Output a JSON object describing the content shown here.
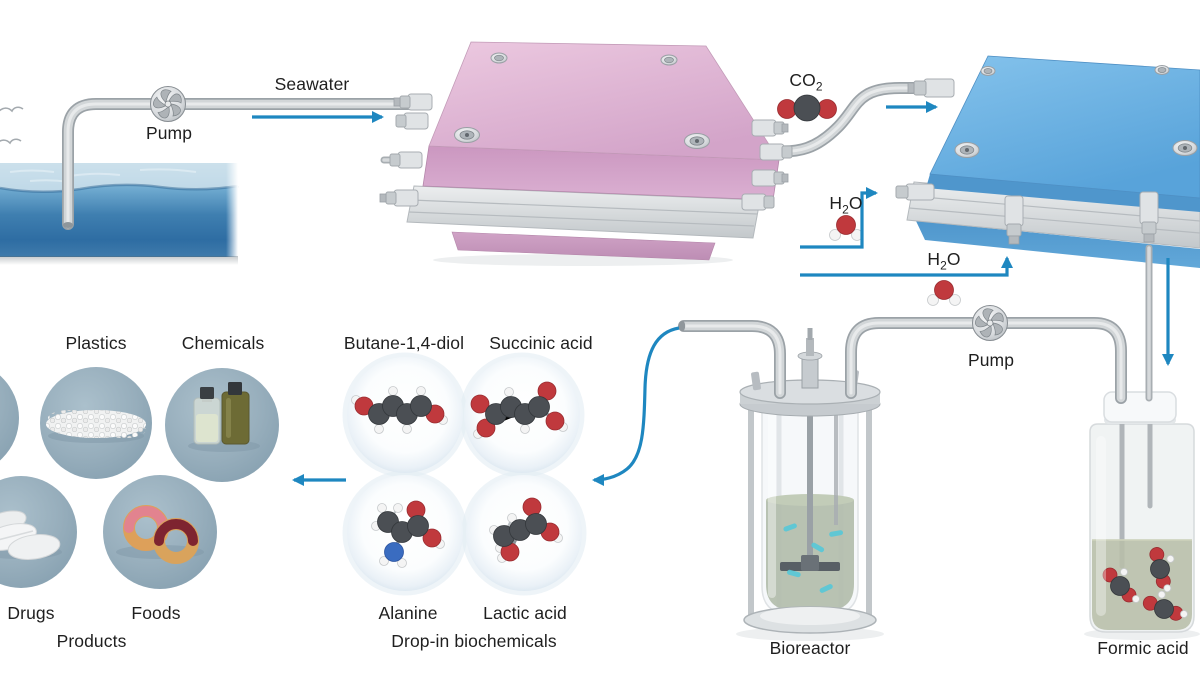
{
  "figure": {
    "seawater_source": {
      "pump_label": "Pump",
      "stream_label": "Seawater"
    },
    "molecule_labels": {
      "co2": {
        "pre": "CO",
        "sub": "2",
        "post": ""
      },
      "h2o_upper": {
        "pre": "H",
        "sub": "2",
        "post": "O"
      },
      "h2o_lower": {
        "pre": "H",
        "sub": "2",
        "post": "O"
      }
    },
    "recirculation": {
      "pump_label": "Pump"
    },
    "vessels": {
      "bioreactor_label": "Bioreactor",
      "formic_acid_label": "Formic acid"
    },
    "biochemicals": {
      "group_label": "Drop-in biochemicals",
      "items": [
        {
          "name": "Butane-1,4-diol"
        },
        {
          "name": "Succinic acid"
        },
        {
          "name": "Alanine"
        },
        {
          "name": "Lactic acid"
        }
      ]
    },
    "products": {
      "group_label": "Products",
      "items": [
        {
          "name": "Plastics"
        },
        {
          "name": "Chemicals"
        },
        {
          "name": "Drugs"
        },
        {
          "name": "Foods"
        }
      ]
    },
    "colors": {
      "arrow_blue": "#1e87c0",
      "seawater_cell_pink": "#dcb3d2",
      "electrolyzer_blue": "#6cb1e2",
      "carbon_atom": "#4b4f54",
      "oxygen_atom": "#c0393d",
      "hydrogen_atom": "#f4f4f4",
      "nitrogen_atom": "#3a6cc0",
      "tube_grey": "#d2d6d8",
      "bioreactor_liquid": "#b2bdab",
      "formic_liquid": "#b8bfa9"
    }
  }
}
